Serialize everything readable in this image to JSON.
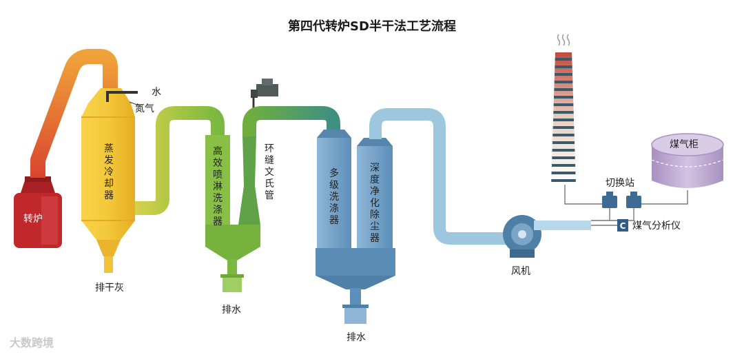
{
  "title": "第四代转炉SD半干法工艺流程",
  "watermark": "大数跨境",
  "labels": {
    "converter": "转炉",
    "evap_cooler": "蒸发冷却器",
    "water_in": "水",
    "nitrogen": "氮气",
    "dry_ash": "排干灰",
    "hi_scrubber": "高效喷淋洗涤器",
    "drain1": "排水",
    "venturi": "环缝文氏管",
    "multi_scrubber": "多级洗涤器",
    "deep_cleaner": "深度净化除尘器",
    "drain2": "排水",
    "fan": "风机",
    "switch_station": "切换站",
    "gas_holder": "煤气柜",
    "gas_analyzer": "煤气分析仪",
    "analyzer_letter": "C"
  },
  "colors": {
    "converter": "#c0282c",
    "duct_orange": "#e0902a",
    "evap_yellow": "#f2c233",
    "green": "#7ab840",
    "teal": "#3f8f82",
    "blue": "#6d9ec4",
    "light_blue": "#b6d8ea",
    "chimney_band": "#3a5a6a",
    "holder": "#b9a4cc",
    "valve": "#3d6b94"
  }
}
